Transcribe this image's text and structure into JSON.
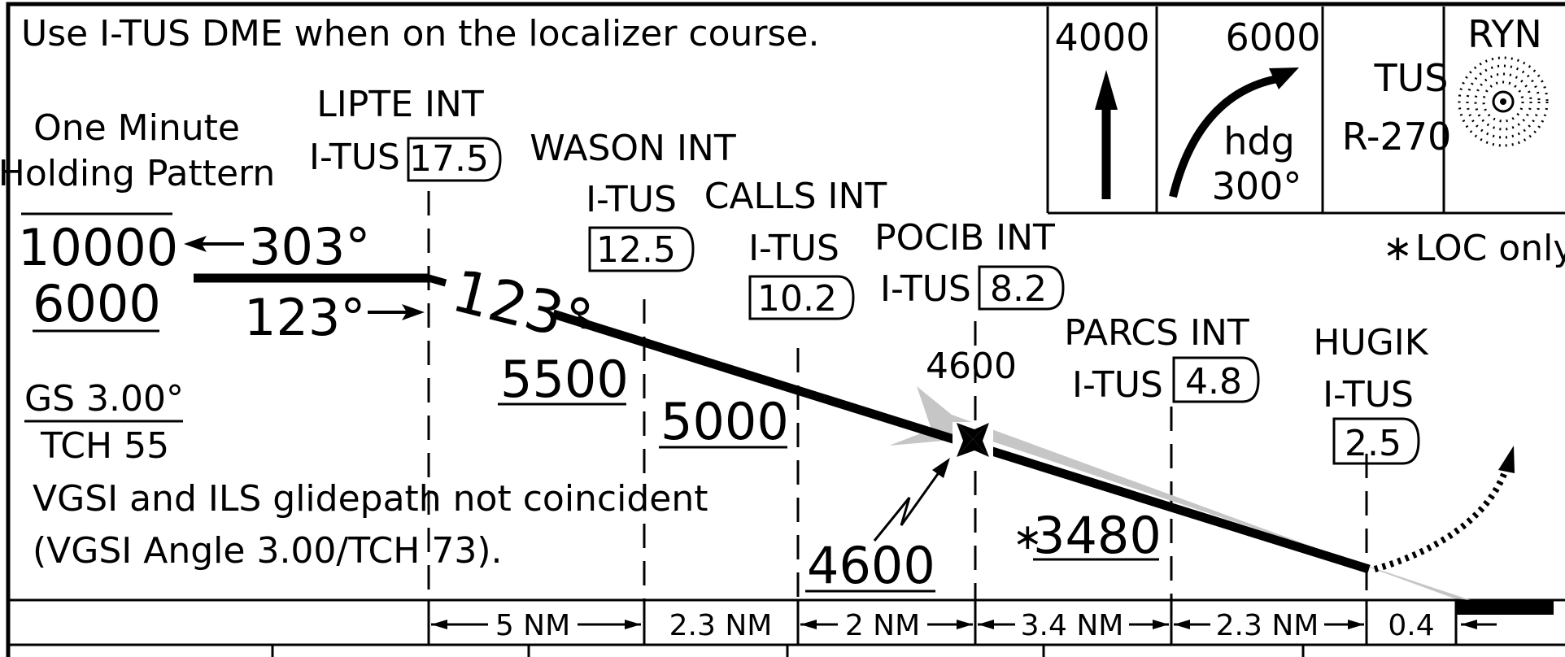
{
  "notes": {
    "dme_note": "Use I-TUS DME when on the localizer course.",
    "holding_line1": "One Minute",
    "holding_line2": "Holding Pattern",
    "gs_top": "GS 3.00°",
    "gs_bottom": "TCH 55",
    "vgsi_line1": "VGSI and ILS glidepath not coincident",
    "vgsi_line2": "(VGSI Angle 3.00/TCH 73).",
    "loc_only": "LOC only",
    "loc_star": "∗"
  },
  "holding": {
    "alt_max": "10000",
    "alt_min": "6000",
    "outbound_course": "303°",
    "inbound_course": "123°",
    "final_course": "123°"
  },
  "fixes": [
    {
      "name": "LIPTE INT",
      "dme_id": "I-TUS",
      "dme": "17.5"
    },
    {
      "name": "WASON INT",
      "dme_id": "I-TUS",
      "dme": "12.5"
    },
    {
      "name": "CALLS INT",
      "dme_id": "I-TUS",
      "dme": "10.2"
    },
    {
      "name": "POCIB INT",
      "dme_id": "I-TUS",
      "dme": "8.2"
    },
    {
      "name": "PARCS INT",
      "dme_id": "I-TUS",
      "dme": "4.8"
    },
    {
      "name": "HUGIK",
      "dme_id": "I-TUS",
      "dme": "2.5"
    }
  ],
  "altitudes": {
    "lipte_wason": "5500",
    "wason_calls": "5000",
    "calls_pocib": "4600",
    "pocib_gs": "4600",
    "pocib_parcs": "3480",
    "pocib_parcs_star": "∗"
  },
  "distances": [
    {
      "label": "5 NM"
    },
    {
      "label": "2.3 NM"
    },
    {
      "label": "2 NM"
    },
    {
      "label": "3.4 NM"
    },
    {
      "label": "2.3 NM"
    },
    {
      "label": "0.4"
    }
  ],
  "missed_approach": {
    "step1_alt": "4000",
    "step2_alt": "6000",
    "step2_hdg_label": "hdg",
    "step2_hdg_value": "300°",
    "step3_fix": "TUS",
    "step3_radial": "R-270",
    "step4_fix": "RYN"
  }
}
